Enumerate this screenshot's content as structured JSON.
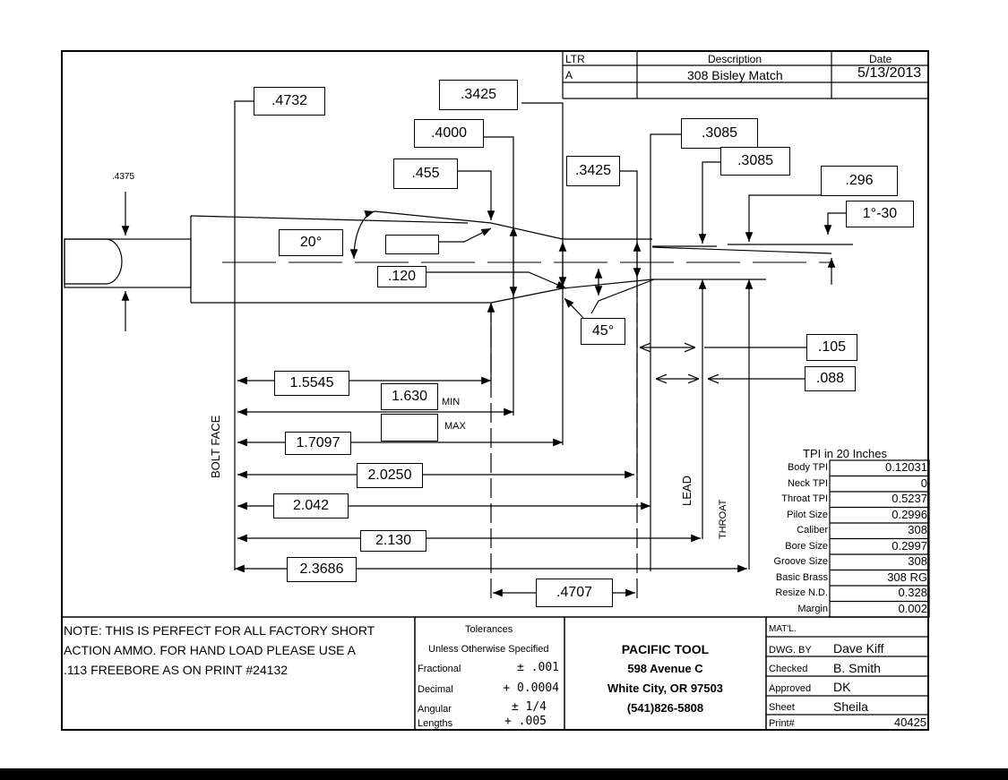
{
  "revision": {
    "headers": {
      "ltr": "LTR",
      "description": "Description",
      "date": "Date"
    },
    "rows": [
      {
        "ltr": "A",
        "description": "308 Bisley Match",
        "date": "5/13/2013"
      }
    ]
  },
  "dims": {
    "d4375": ".4375",
    "d4732": ".4732",
    "d3425a": ".3425",
    "d4000": ".4000",
    "d455": ".455",
    "d3425b": ".3425",
    "d3085a": ".3085",
    "d3085b": ".3085",
    "d296": ".296",
    "angle1_30": "1°-30",
    "angle20": "20°",
    "d120": ".120",
    "angle45": "45°",
    "d105": ".105",
    "d088": ".088",
    "l15545": "1.5545",
    "l1630": "1.630",
    "min": "MIN",
    "max": "MAX",
    "l17097": "1.7097",
    "l20250": "2.0250",
    "l2042": "2.042",
    "l2130": "2.130",
    "l23686": "2.3686",
    "d4707": ".4707",
    "bolt_face": "BOLT FACE",
    "lead": "LEAD",
    "throat": "THROAT"
  },
  "tpi": {
    "title": "TPI in 20 Inches",
    "rows": [
      {
        "label": "Body TPI",
        "value": "0.12031"
      },
      {
        "label": "Neck TPI",
        "value": "0"
      },
      {
        "label": "Throat TPI",
        "value": "0.5237"
      },
      {
        "label": "Pilot Size",
        "value": "0.2996"
      },
      {
        "label": "Caliber",
        "value": "308"
      },
      {
        "label": "Bore Size",
        "value": "0.2997"
      },
      {
        "label": "Groove Size",
        "value": "308"
      },
      {
        "label": "Basic Brass",
        "value": "308 RG"
      },
      {
        "label": "Resize N.D.",
        "value": "0.328"
      },
      {
        "label": "Margin",
        "value": "0.002"
      }
    ]
  },
  "note": "NOTE: THIS IS PERFECT FOR ALL FACTORY SHORT\nACTION AMMO. FOR HAND LOAD PLEASE USE A\n.113 FREEBORE AS ON PRINT #24132",
  "tolerances": {
    "title": "Tolerances",
    "subtitle": "Unless Otherwise Specified",
    "rows": [
      {
        "label": "Fractional",
        "value": "± .001"
      },
      {
        "label": "Decimal",
        "value": "+ 0.0004"
      },
      {
        "label": "Angular",
        "value": "± 1/4"
      },
      {
        "label": "Lengths",
        "value": "+ .005"
      }
    ]
  },
  "company": {
    "name": "PACIFIC TOOL",
    "street": "598 Avenue C",
    "city": "White City, OR 97503",
    "phone": "(541)826-5808"
  },
  "title_block": {
    "matl_label": "MAT'L.",
    "dwg_by_label": "DWG. BY",
    "dwg_by": "Dave Kiff",
    "checked_label": "Checked",
    "checked": "B. Smith",
    "approved_label": "Approved",
    "approved": "DK",
    "sheet_label": "Sheet",
    "sheet": "Sheila",
    "print_label": "Print#",
    "print": "40425"
  }
}
